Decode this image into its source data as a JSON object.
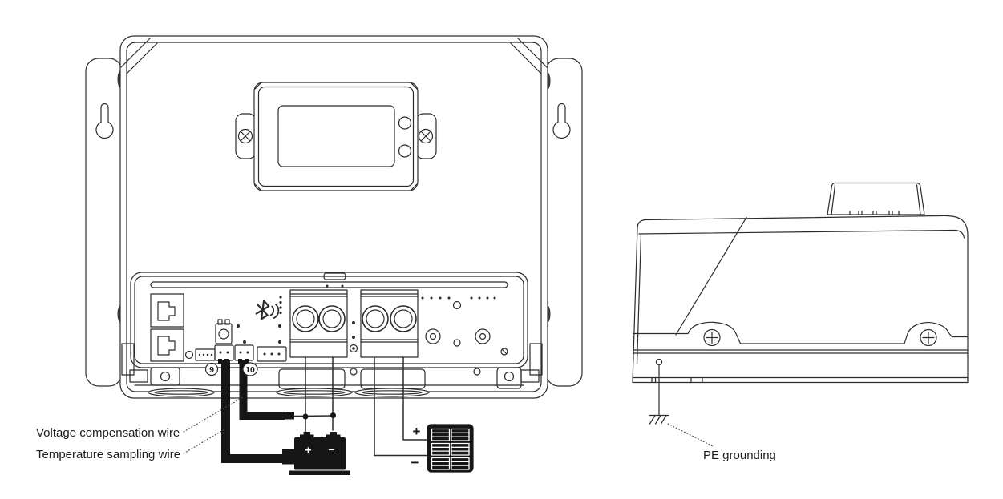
{
  "page": {
    "background": "#ffffff"
  },
  "colors": {
    "line": "#2b2b2b",
    "black_fill": "#161616",
    "text": "#1d1d1d"
  },
  "front_view": {
    "wire_labels": {
      "voltage": "Voltage compensation wire",
      "temperature": "Temperature sampling wire"
    },
    "port_badges": {
      "nine": "9",
      "ten": "10"
    },
    "solar": {
      "positive": "+",
      "negative": "−"
    },
    "battery": {
      "positive": "+",
      "negative": "−"
    },
    "icons": {
      "bluetooth": "bluetooth-icon",
      "battery": "battery-icon",
      "solar_panel": "solar-panel-icon",
      "rj45": "rj45-port-icon",
      "keyhole": "keyhole-mount-slot",
      "screw": "phillips-screw-icon",
      "cable_gland": "cable-gland-slot"
    }
  },
  "side_view": {
    "labels": {
      "pe_grounding": "PE grounding"
    },
    "icons": {
      "ground": "earth-ground-icon",
      "screw": "phillips-screw-icon",
      "display_bump": "display-cover-bump"
    }
  }
}
